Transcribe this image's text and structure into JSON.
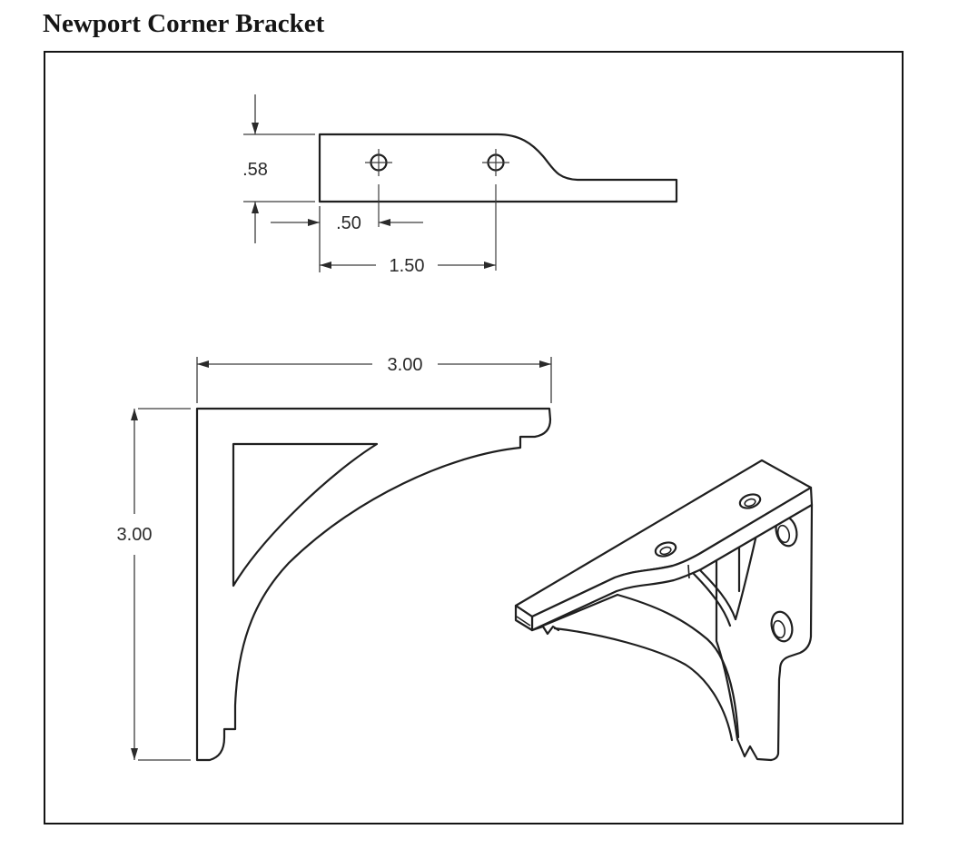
{
  "page": {
    "title": "Newport Corner Bracket"
  },
  "colors": {
    "background": "#ffffff",
    "line": "#1f1f1f",
    "dim_line": "#3c3c3c"
  },
  "views": {
    "top_view": {
      "label": "plan-view-of-top-plate",
      "hole_count": 2,
      "dimensions": {
        "thickness": ".58",
        "hole_offset": ".50",
        "hole_spacing": "1.50"
      }
    },
    "side_view": {
      "label": "side-profile-view",
      "dimensions": {
        "width": "3.00",
        "height": "3.00"
      }
    },
    "isometric_view": {
      "label": "isometric-view",
      "top_hole_count": 2,
      "face_hole_count": 2
    }
  }
}
